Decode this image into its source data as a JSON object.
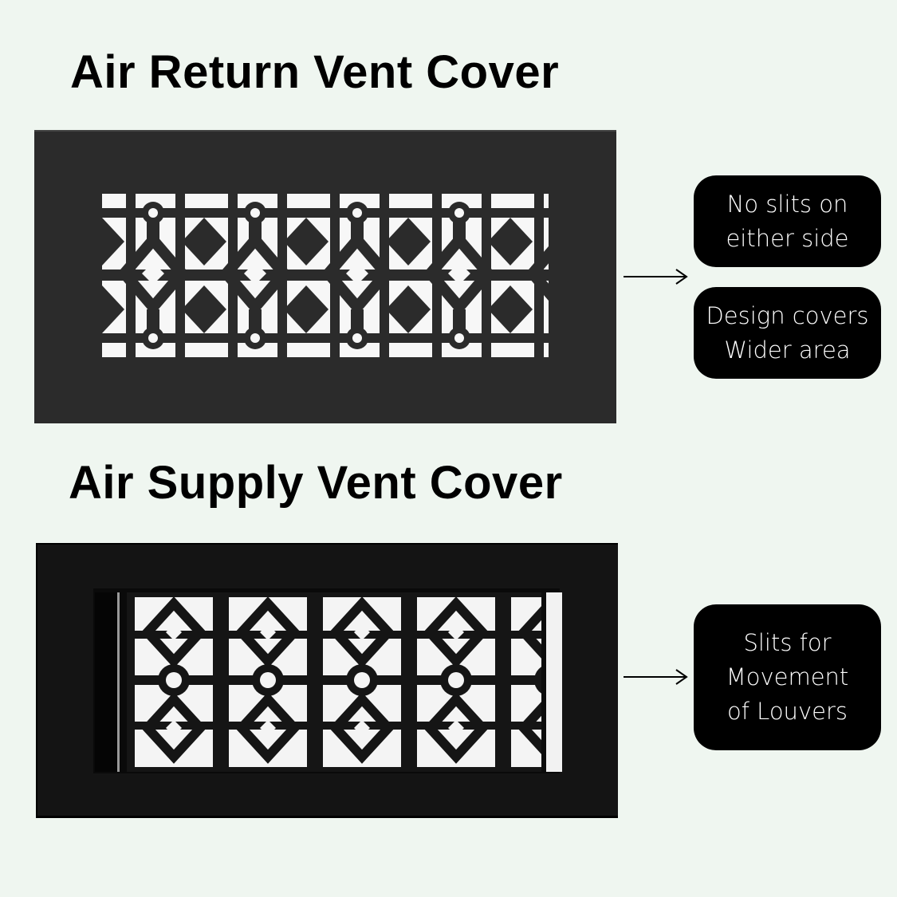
{
  "sections": {
    "return": {
      "title": "Air Return Vent Cover",
      "image_label": "air-return-vent-cover-image",
      "callouts": [
        {
          "lines": [
            "No slits on",
            "either side"
          ]
        },
        {
          "lines": [
            "Design covers",
            "Wider area"
          ]
        }
      ]
    },
    "supply": {
      "title": "Air Supply Vent Cover",
      "image_label": "air-supply-vent-cover-image",
      "callouts": [
        {
          "lines": [
            "Slits for",
            "Movement",
            "of Louvers"
          ]
        }
      ]
    }
  },
  "colors": {
    "background": "#eff6f0",
    "callout_bg": "#000000",
    "callout_text": "#ffffff",
    "vent_return": "#2b2b2b",
    "vent_supply": "#141414"
  },
  "icons": {
    "arrow": "right-arrow"
  }
}
